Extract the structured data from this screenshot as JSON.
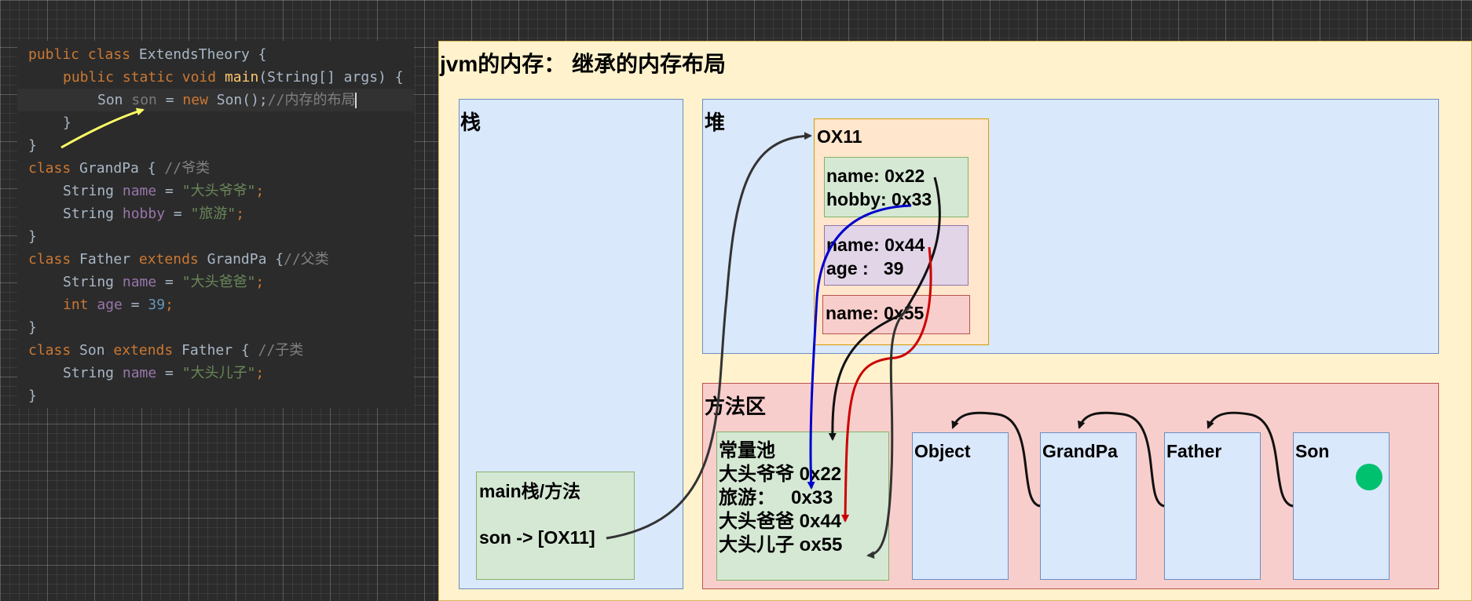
{
  "code": {
    "l1": {
      "k1": "public",
      "k2": "class",
      "t": "ExtendsTheory {"
    },
    "l2": {
      "k1": "public",
      "k2": "static",
      "k3": "void",
      "fn": "main",
      "t": "(String[] args) {"
    },
    "l3": {
      "t1": "Son ",
      "var": "son",
      "t2": " = ",
      "kw": "new",
      "t3": " Son();",
      "cm": "//内存的布局"
    },
    "l4": {
      "t": "}"
    },
    "l5": {
      "t": "}"
    },
    "l6": {
      "kw": "class",
      "t": " GrandPa { ",
      "cm": "//爷类"
    },
    "l7": {
      "t1": "String ",
      "fld": "name",
      "t2": " = ",
      "str": "\"大头爷爷\"",
      "t3": ";"
    },
    "l8": {
      "t1": "String ",
      "fld": "hobby",
      "t2": " = ",
      "str": "\"旅游\"",
      "t3": ";"
    },
    "l9": {
      "t": "}"
    },
    "l10": {
      "kw1": "class",
      "t1": " Father ",
      "kw2": "extends",
      "t2": " GrandPa {",
      "cm": "//父类"
    },
    "l11": {
      "t1": "String ",
      "fld": "name",
      "t2": " = ",
      "str": "\"大头爸爸\"",
      "t3": ";"
    },
    "l12": {
      "kw": "int",
      "t1": " ",
      "fld": "age",
      "t2": " = ",
      "num": "39",
      "t3": ";"
    },
    "l13": {
      "t": "}"
    },
    "l14": {
      "kw1": "class",
      "t1": " Son ",
      "kw2": "extends",
      "t2": " Father { ",
      "cm": "//子类"
    },
    "l15": {
      "t1": "String ",
      "fld": "name",
      "t2": " = ",
      "str": "\"大头儿子\"",
      "t3": ";"
    },
    "l16": {
      "t": "}"
    }
  },
  "diagram": {
    "title": "jvm的内存： 继承的内存布局",
    "stack": {
      "label": "栈",
      "frame_label": "main栈/方法",
      "frame_ref": "son -> [OX11]"
    },
    "heap": {
      "label": "堆",
      "object_addr": "OX11",
      "grandpa_fields": [
        "name: 0x22",
        "hobby: 0x33"
      ],
      "father_fields": [
        "name: 0x44",
        "age :   39"
      ],
      "son_fields": [
        "name: 0x55"
      ]
    },
    "method_area": {
      "label": "方法区",
      "constant_pool": {
        "title": "常量池",
        "rows": [
          "大头爷爷 0x22",
          "旅游：   0x33",
          "大头爸爸 0x44",
          "大头儿子 ox55"
        ]
      },
      "classes": [
        "Object",
        "GrandPa",
        "Father",
        "Son"
      ]
    },
    "colors": {
      "frame": "#fff2cc",
      "blue_box": "#dae8fc",
      "red_box": "#f8cecc",
      "green_box": "#d5e8d4",
      "orange_box": "#ffe6cc",
      "purple_box": "#e1d5e7",
      "dot": "#00c16e",
      "arrow_blue": "#0000cc",
      "arrow_red": "#cc0000",
      "arrow_black": "#111111",
      "arrow_yellow": "#ffff66"
    }
  }
}
